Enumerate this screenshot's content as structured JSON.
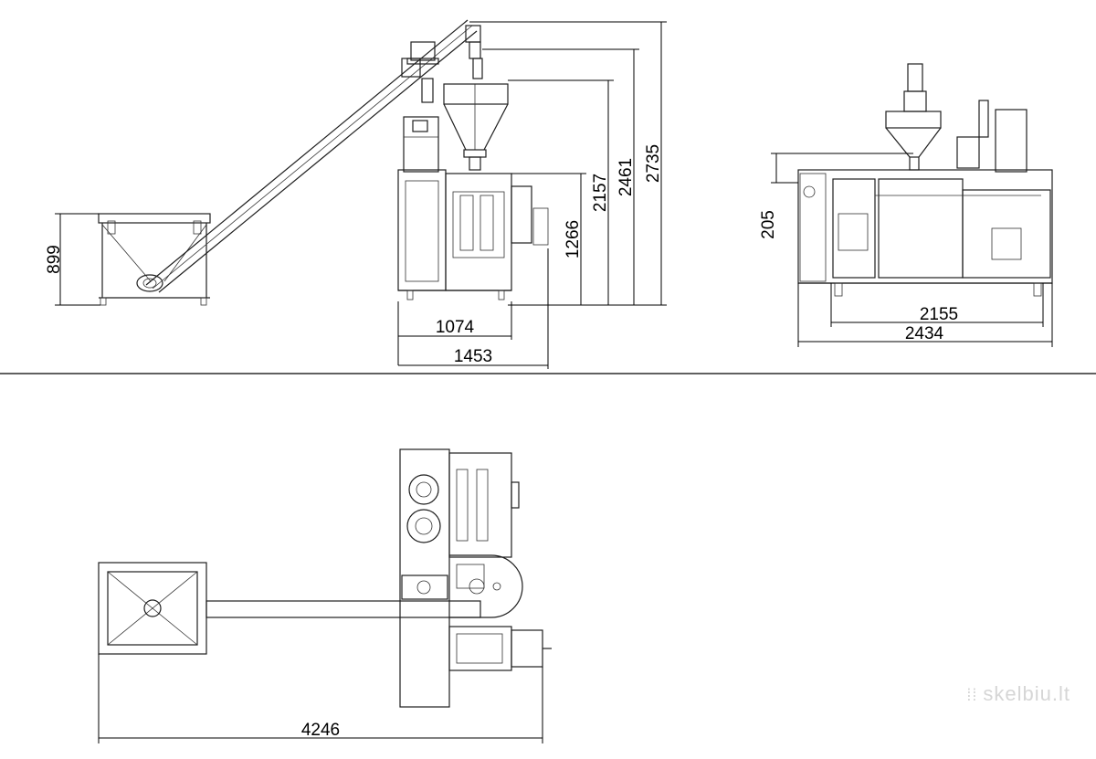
{
  "dimensions": {
    "side_hopper_height": "899",
    "side_1266": "1266",
    "side_2157": "2157",
    "side_2461": "2461",
    "side_2735": "2735",
    "side_1074": "1074",
    "side_1453": "1453",
    "front_205": "205",
    "front_2155": "2155",
    "front_2434": "2434",
    "top_4246": "4246"
  },
  "watermark": {
    "text": "skelbiu.lt"
  }
}
